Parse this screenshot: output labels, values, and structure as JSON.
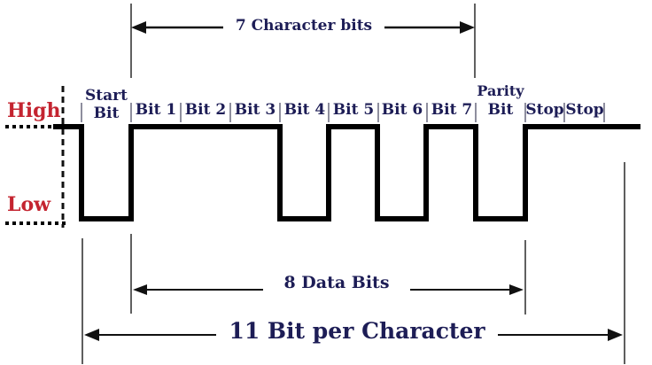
{
  "axis": {
    "high": "High",
    "low": "Low"
  },
  "frame": {
    "start": {
      "line1": "Start",
      "line2": "Bit"
    },
    "parity_prefix": "Parity",
    "cells": [
      "Bit 1",
      "Bit 2",
      "Bit 3",
      "Bit 4",
      "Bit 5",
      "Bit 6",
      "Bit 7",
      "Bit",
      "Stop",
      "Stop"
    ]
  },
  "measurements": {
    "top": "7 Character bits",
    "data": "8 Data Bits",
    "total": "11 Bit per Character"
  },
  "signal": {
    "idle_level": "high",
    "cells": [
      {
        "name": "Start Bit",
        "level": "low"
      },
      {
        "name": "Bit 1",
        "level": "high"
      },
      {
        "name": "Bit 2",
        "level": "high"
      },
      {
        "name": "Bit 3",
        "level": "high"
      },
      {
        "name": "Bit 4",
        "level": "low"
      },
      {
        "name": "Bit 5",
        "level": "high"
      },
      {
        "name": "Bit 6",
        "level": "low"
      },
      {
        "name": "Bit 7",
        "level": "high"
      },
      {
        "name": "Parity Bit",
        "level": "low"
      },
      {
        "name": "Stop",
        "level": "high"
      },
      {
        "name": "Stop",
        "level": "high"
      }
    ]
  },
  "colors": {
    "level_label_red": "#c42430",
    "text_navy": "#1d1d56",
    "waveform_black": "#000000",
    "separator_gray": "#8e8e9e"
  }
}
